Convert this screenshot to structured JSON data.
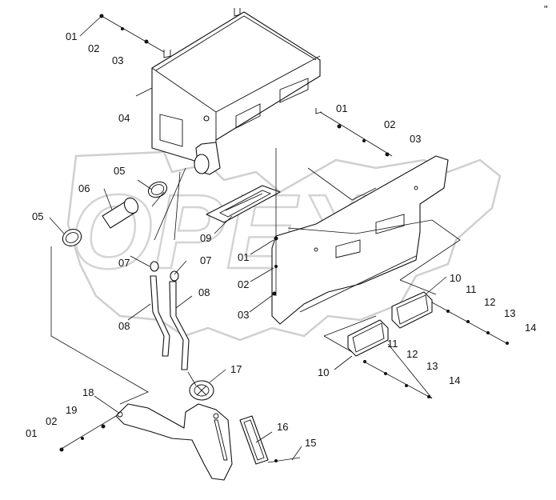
{
  "watermark": {
    "text": "OPEX"
  },
  "callouts": {
    "c01a": "01",
    "c02a": "02",
    "c03a": "03",
    "c04": "04",
    "c05a": "05",
    "c06": "06",
    "c05b": "05",
    "c01b": "01",
    "c02b": "02",
    "c03b": "03",
    "c09": "09",
    "c01c": "01",
    "c07a": "07",
    "c07b": "07",
    "c08a": "08",
    "c08b": "08",
    "c02c": "02",
    "c03c": "03",
    "c10a": "10",
    "c11a": "11",
    "c12a": "12",
    "c13a": "13",
    "c14a": "14",
    "c10b": "10",
    "c11b": "11",
    "c12b": "12",
    "c13b": "13",
    "c14b": "14",
    "c17": "17",
    "c18": "18",
    "c19": "19",
    "c01d": "01",
    "c02d": "02",
    "c16": "16",
    "c15": "15"
  },
  "corner_mark": "\""
}
